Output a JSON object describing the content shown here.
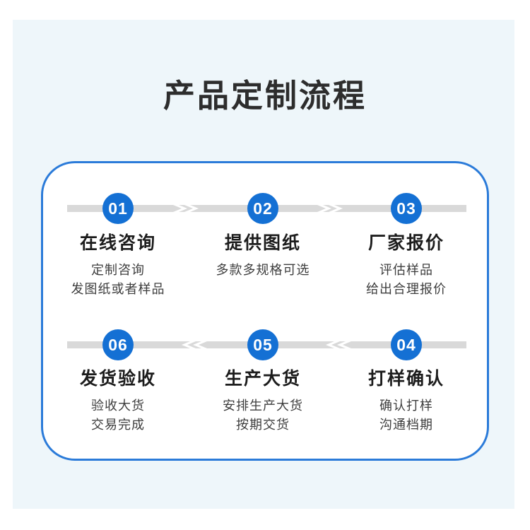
{
  "page": {
    "title": "产品定制流程"
  },
  "colors": {
    "panel_background": "#eef6fa",
    "card_border_blue": "#2b7bd9",
    "badge_blue": "#1470d4",
    "track_gray": "#d9d9d9",
    "title_color": "#2d2d2d"
  },
  "steps": [
    {
      "number": "01",
      "title": "在线咨询",
      "desc_lines": [
        "定制咨询",
        "发图纸或者样品"
      ]
    },
    {
      "number": "02",
      "title": "提供图纸",
      "desc_lines": [
        "多款多规格可选"
      ]
    },
    {
      "number": "03",
      "title": "厂家报价",
      "desc_lines": [
        "评估样品",
        "给出合理报价"
      ]
    },
    {
      "number": "04",
      "title": "打样确认",
      "desc_lines": [
        "确认打样",
        "沟通档期"
      ]
    },
    {
      "number": "05",
      "title": "生产大货",
      "desc_lines": [
        "安排生产大货",
        "按期交货"
      ]
    },
    {
      "number": "06",
      "title": "发货验收",
      "desc_lines": [
        "验收大货",
        "交易完成"
      ]
    }
  ],
  "rows": [
    {
      "arrow_direction": "right",
      "visible_order": [
        "01",
        "02",
        "03"
      ]
    },
    {
      "arrow_direction": "left",
      "visible_order": [
        "06",
        "05",
        "04"
      ]
    }
  ]
}
